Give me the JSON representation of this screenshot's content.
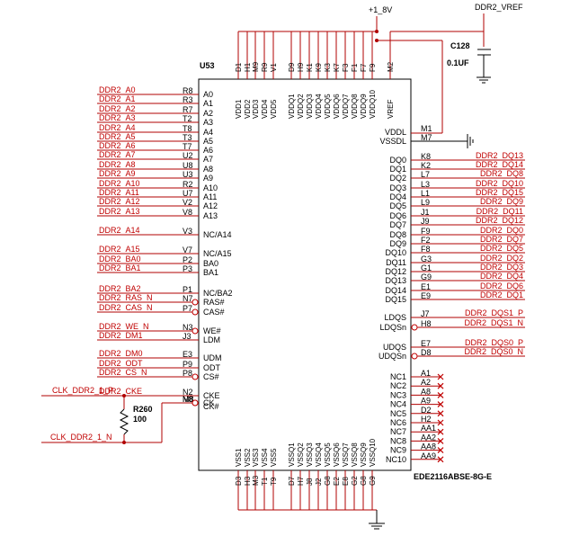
{
  "chip": {
    "ref": "U53",
    "part": "EDE2116ABSE-8G-E",
    "left_pins": [
      {
        "pin": "R8",
        "name": "A0",
        "net": "DDR2_A0"
      },
      {
        "pin": "R3",
        "name": "A1",
        "net": "DDR2_A1"
      },
      {
        "pin": "R7",
        "name": "A2",
        "net": "DDR2_A2"
      },
      {
        "pin": "T2",
        "name": "A3",
        "net": "DDR2_A3"
      },
      {
        "pin": "T8",
        "name": "A4",
        "net": "DDR2_A4"
      },
      {
        "pin": "T3",
        "name": "A5",
        "net": "DDR2_A5"
      },
      {
        "pin": "T7",
        "name": "A6",
        "net": "DDR2_A6"
      },
      {
        "pin": "U2",
        "name": "A7",
        "net": "DDR2_A7"
      },
      {
        "pin": "U8",
        "name": "A8",
        "net": "DDR2_A8"
      },
      {
        "pin": "U3",
        "name": "A9",
        "net": "DDR2_A9"
      },
      {
        "pin": "R2",
        "name": "A10",
        "net": "DDR2_A10"
      },
      {
        "pin": "U7",
        "name": "A11",
        "net": "DDR2_A11"
      },
      {
        "pin": "V2",
        "name": "A12",
        "net": "DDR2_A12"
      },
      {
        "pin": "V8",
        "name": "A13",
        "net": "DDR2_A13"
      },
      {
        "pin": "V3",
        "name": "NC/A14",
        "net": "DDR2_A14"
      },
      {
        "pin": "V7",
        "name": "NC/A15",
        "net": "DDR2_A15"
      },
      {
        "pin": "P2",
        "name": "BA0",
        "net": "DDR2_BA0"
      },
      {
        "pin": "P3",
        "name": "BA1",
        "net": "DDR2_BA1"
      },
      {
        "pin": "P1",
        "name": "NC/BA2",
        "net": "DDR2_BA2"
      },
      {
        "pin": "N7",
        "name": "RAS#",
        "net": "DDR2_RAS_N"
      },
      {
        "pin": "P7",
        "name": "CAS#",
        "net": "DDR2_CAS_N"
      },
      {
        "pin": "N3",
        "name": "WE#",
        "net": "DDR2_WE_N"
      },
      {
        "pin": "J3",
        "name": "LDM",
        "net": "DDR2_DM1"
      },
      {
        "pin": "E3",
        "name": "UDM",
        "net": "DDR2_DM0"
      },
      {
        "pin": "P9",
        "name": "ODT",
        "net": "DDR2_ODT"
      },
      {
        "pin": "P8",
        "name": "CS#",
        "net": "DDR2_CS_N"
      },
      {
        "pin": "N2",
        "name": "CKE",
        "net": "DDR2_CKE"
      },
      {
        "pin": "M8",
        "name": "CK",
        "net": "CLK_DDR2_1_P"
      },
      {
        "pin": "N8",
        "name": "CK#",
        "net": "CLK_DDR2_1_N"
      }
    ],
    "right_pins": [
      {
        "pin": "M1",
        "name": "VDDL",
        "net": ""
      },
      {
        "pin": "M7",
        "name": "VSSDL",
        "net": ""
      },
      {
        "pin": "K8",
        "name": "DQ0",
        "net": "DDR2_DQ13"
      },
      {
        "pin": "K2",
        "name": "DQ1",
        "net": "DDR2_DQ14"
      },
      {
        "pin": "L7",
        "name": "DQ2",
        "net": "DDR2_DQ8"
      },
      {
        "pin": "L3",
        "name": "DQ3",
        "net": "DDR2_DQ10"
      },
      {
        "pin": "L1",
        "name": "DQ4",
        "net": "DDR2_DQ15"
      },
      {
        "pin": "L9",
        "name": "DQ5",
        "net": "DDR2_DQ9"
      },
      {
        "pin": "J1",
        "name": "DQ6",
        "net": "DDR2_DQ11"
      },
      {
        "pin": "J9",
        "name": "DQ7",
        "net": "DDR2_DQ12"
      },
      {
        "pin": "F9",
        "name": "DQ8",
        "net": "DDR2_DQ0"
      },
      {
        "pin": "F2",
        "name": "DQ9",
        "net": "DDR2_DQ7"
      },
      {
        "pin": "F8",
        "name": "DQ10",
        "net": "DDR2_DQ5"
      },
      {
        "pin": "G3",
        "name": "DQ11",
        "net": "DDR2_DQ2"
      },
      {
        "pin": "G1",
        "name": "DQ12",
        "net": "DDR2_DQ3"
      },
      {
        "pin": "G9",
        "name": "DQ13",
        "net": "DDR2_DQ4"
      },
      {
        "pin": "E1",
        "name": "DQ14",
        "net": "DDR2_DQ6"
      },
      {
        "pin": "E9",
        "name": "DQ15",
        "net": "DDR2_DQ1"
      },
      {
        "pin": "J7",
        "name": "LDQS",
        "net": "DDR2_DQS1_P"
      },
      {
        "pin": "H8",
        "name": "LDQSn",
        "net": "DDR2_DQS1_N"
      },
      {
        "pin": "E7",
        "name": "UDQS",
        "net": "DDR2_DQS0_P"
      },
      {
        "pin": "D8",
        "name": "UDQSn",
        "net": "DDR2_DQS0_N"
      }
    ],
    "nc_pins": [
      {
        "pin": "A1",
        "name": "NC1"
      },
      {
        "pin": "A2",
        "name": "NC2"
      },
      {
        "pin": "A8",
        "name": "NC3"
      },
      {
        "pin": "A9",
        "name": "NC4"
      },
      {
        "pin": "D2",
        "name": "NC5"
      },
      {
        "pin": "H2",
        "name": "NC6"
      },
      {
        "pin": "AA1",
        "name": "NC7"
      },
      {
        "pin": "AA2",
        "name": "NC8"
      },
      {
        "pin": "AA8",
        "name": "NC9"
      },
      {
        "pin": "AA9",
        "name": "NC10"
      }
    ],
    "top_pins": [
      {
        "pin": "D1",
        "name": "VDD1"
      },
      {
        "pin": "H1",
        "name": "VDD2"
      },
      {
        "pin": "M9",
        "name": "VDD3"
      },
      {
        "pin": "R9",
        "name": "VDD4"
      },
      {
        "pin": "V1",
        "name": "VDD5"
      },
      {
        "pin": "D9",
        "name": "VDDQ1"
      },
      {
        "pin": "H9",
        "name": "VDDQ2"
      },
      {
        "pin": "K1",
        "name": "VDDQ3"
      },
      {
        "pin": "K9",
        "name": "VDDQ4"
      },
      {
        "pin": "K3",
        "name": "VDDQ5"
      },
      {
        "pin": "K7",
        "name": "VDDQ6"
      },
      {
        "pin": "F3",
        "name": "VDDQ7"
      },
      {
        "pin": "F1",
        "name": "VDDQ8"
      },
      {
        "pin": "F7",
        "name": "VDDQ9"
      },
      {
        "pin": "F9",
        "name": "VDDQ10"
      },
      {
        "pin": "M2",
        "name": "VREF"
      }
    ],
    "bottom_pins": [
      {
        "pin": "D3",
        "name": "VSS1"
      },
      {
        "pin": "H3",
        "name": "VSS2"
      },
      {
        "pin": "M3",
        "name": "VSS3"
      },
      {
        "pin": "T1",
        "name": "VSS4"
      },
      {
        "pin": "T9",
        "name": "VSS5"
      },
      {
        "pin": "D7",
        "name": "VSSQ1"
      },
      {
        "pin": "H7",
        "name": "VSSQ2"
      },
      {
        "pin": "J8",
        "name": "VSSQ3"
      },
      {
        "pin": "J2",
        "name": "VSSQ4"
      },
      {
        "pin": "G8",
        "name": "VSSQ5"
      },
      {
        "pin": "E2",
        "name": "VSSQ6"
      },
      {
        "pin": "E8",
        "name": "VSSQ7"
      },
      {
        "pin": "G2",
        "name": "VSSQ8"
      },
      {
        "pin": "G8",
        "name": "VSSQ9"
      },
      {
        "pin": "G9",
        "name": "VSSQ10"
      }
    ]
  },
  "power": {
    "rail": "+1_8V",
    "vref": "DDR2_VREF"
  },
  "capacitor": {
    "ref": "C128",
    "value": "0.1UF"
  },
  "resistor": {
    "ref": "R260",
    "value": "100"
  },
  "colors": {
    "net": "#c00000",
    "wire": "#b00000",
    "symbol": "#000000"
  }
}
